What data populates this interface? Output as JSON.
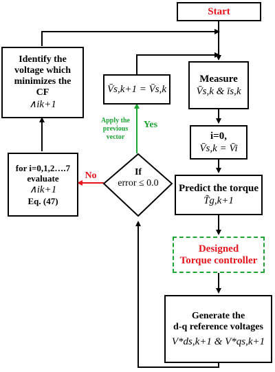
{
  "nodes": {
    "start": "Start",
    "measure_title": "Measure",
    "measure_formula": "V̄s,k & īs,k",
    "init_title": "i=0,",
    "init_formula": "V̄s,k = V̄i",
    "predict_title": "Predict the torque",
    "predict_formula": "T̃g,k+1",
    "controller_line1": "Designed",
    "controller_line2": "Torque controller",
    "generate_line1": "Generate the",
    "generate_line2": "d-q reference voltages",
    "generate_formula": "V*ds,k+1 & V*qs,k+1",
    "decision_line1": "If",
    "decision_line2": "error ≤ 0.0",
    "apply_formula": "V̄s,k+1 = V̄s,k",
    "evaluate_line1": "for i=0,1,2….7",
    "evaluate_line2": "evaluate",
    "evaluate_formula": "∧ik+1",
    "evaluate_line3": "Eq. (47)",
    "identify_line1": "Identify the",
    "identify_line2": "voltage which",
    "identify_line3": "minimizes the",
    "identify_line4": "CF",
    "identify_formula": "∧ik+1"
  },
  "edge_labels": {
    "yes": "Yes",
    "no": "No",
    "apply_line1": "Apply the",
    "apply_line2": "previous",
    "apply_line3": "vector"
  },
  "colors": {
    "start_text": "#e8141b",
    "controller_text": "#e8141b",
    "controller_border": "#1aa532",
    "yes_arrow": "#1aa532",
    "no_arrow": "#e8141b",
    "lines": "#000000"
  }
}
